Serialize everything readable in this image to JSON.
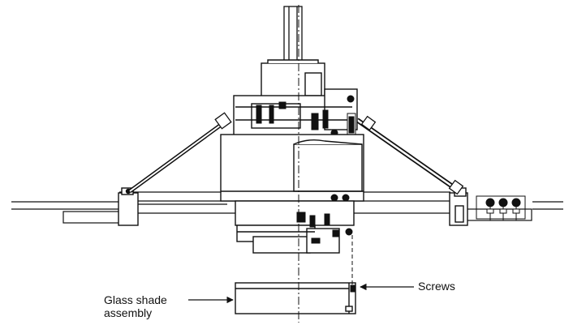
{
  "labels": {
    "glass_shade_line1": "Glass shade",
    "glass_shade_line2": "assembly",
    "screws": "Screws"
  }
}
